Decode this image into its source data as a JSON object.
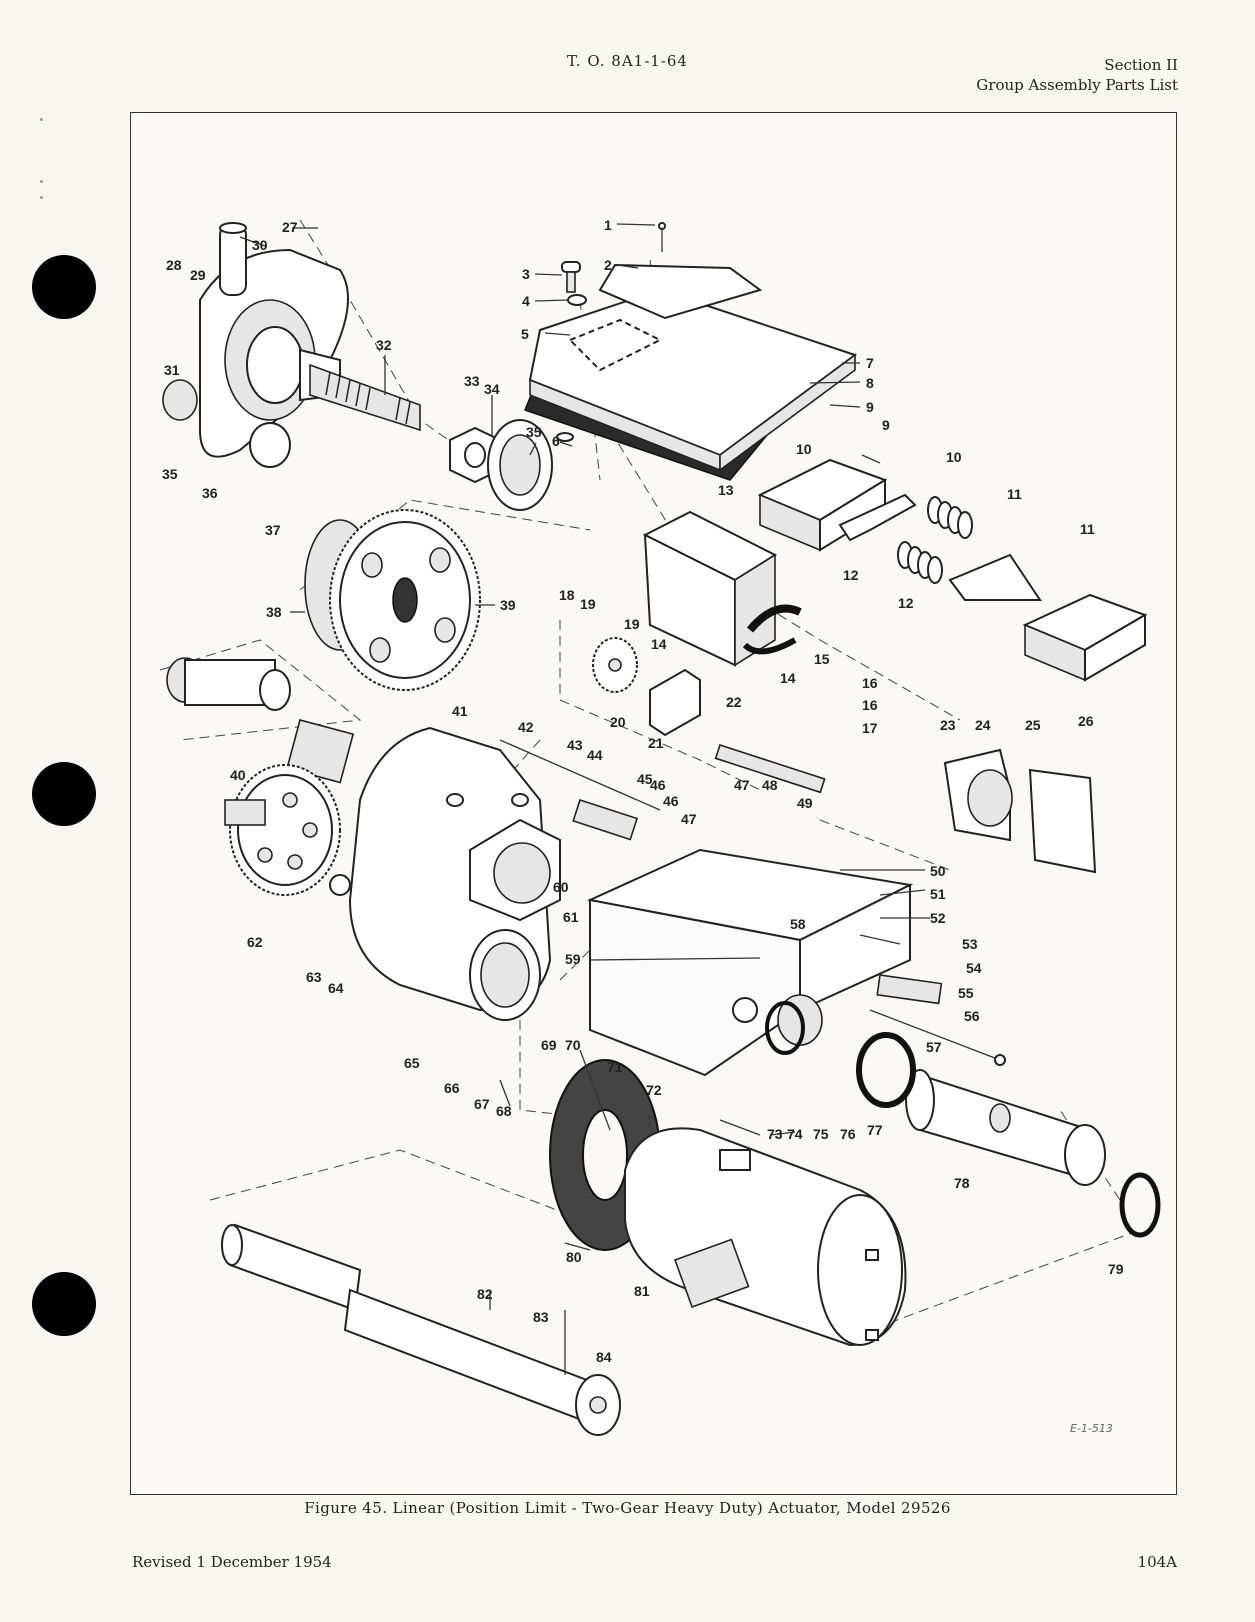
{
  "header": {
    "doc_number": "T. O. 8A1-1-64",
    "section": "Section II",
    "section_title": "Group Assembly Parts List"
  },
  "figure": {
    "caption": "Figure 45.  Linear (Position Limit - Two-Gear Heavy Duty) Actuator,  Model 29526",
    "stamp": "E-1-513",
    "callouts": [
      "1",
      "2",
      "3",
      "4",
      "5",
      "6",
      "7",
      "8",
      "9",
      "9",
      "10",
      "10",
      "11",
      "11",
      "12",
      "12",
      "13",
      "14",
      "14",
      "15",
      "16",
      "16",
      "17",
      "18",
      "19",
      "19",
      "20",
      "21",
      "22",
      "23",
      "24",
      "25",
      "26",
      "27",
      "28",
      "29",
      "30",
      "31",
      "32",
      "33",
      "34",
      "35",
      "35",
      "36",
      "37",
      "38",
      "39",
      "40",
      "41",
      "42",
      "43",
      "44",
      "45",
      "46",
      "46",
      "47",
      "47",
      "48",
      "49",
      "50",
      "51",
      "52",
      "53",
      "54",
      "55",
      "56",
      "57",
      "58",
      "59",
      "60",
      "61",
      "62",
      "63",
      "64",
      "65",
      "66",
      "67",
      "68",
      "69",
      "70",
      "71",
      "72",
      "73",
      "74",
      "75",
      "76",
      "77",
      "78",
      "79",
      "80",
      "81",
      "82",
      "83",
      "84"
    ]
  },
  "footer": {
    "revision": "Revised  1 December 1954",
    "page": "104A"
  }
}
